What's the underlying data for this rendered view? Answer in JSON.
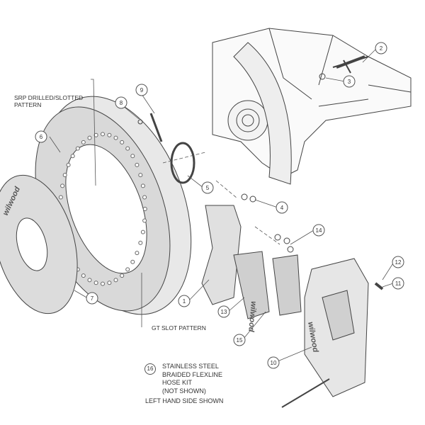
{
  "labels": {
    "srp_pattern": [
      "SRP DRILLED/SLOTTED",
      "PATTERN"
    ],
    "gt_slot": "GT SLOT PATTERN",
    "note_number": "16",
    "note_lines": [
      "STAINLESS STEEL",
      "BRAIDED FLEXLINE",
      "HOSE KIT",
      "(NOT SHOWN)"
    ],
    "side_shown": "LEFT HAND SIDE SHOWN"
  },
  "logo_text": "wilwood",
  "callouts": [
    "1",
    "2",
    "3",
    "4",
    "5",
    "6",
    "7",
    "8",
    "9",
    "10",
    "11",
    "12",
    "13",
    "14",
    "15"
  ]
}
